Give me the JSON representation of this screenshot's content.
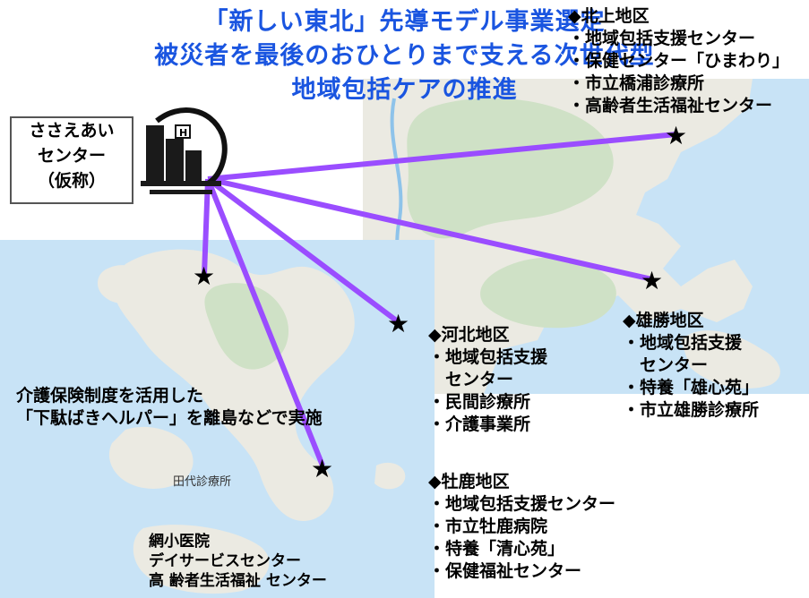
{
  "title": {
    "line1": "「新しい東北」先導モデル事業選定",
    "line2": "被災者を最後のおひとりまで支える次世代型",
    "line3": "地域包括ケアの推進"
  },
  "center": {
    "lines": [
      "ささえあい",
      "センター",
      "（仮称）"
    ]
  },
  "colors": {
    "title": "#1a55e0",
    "connector": "#9a4dff",
    "sea": "#c8e3f6",
    "land": "#ebeae2",
    "forest": "#cfe1c6"
  },
  "icons": {
    "center": "building-icon",
    "site": "star-icon"
  },
  "areas": {
    "kitakami": {
      "heading": "◆北上地区",
      "items": [
        "・地域包括支援センター",
        "・保健センター「ひまわり」",
        "・市立橋浦診療所",
        "・高齢者生活福祉センター"
      ]
    },
    "kahoku": {
      "heading": "◆河北地区",
      "items": [
        "・地域包括支援",
        "　センター",
        "・民間診療所",
        "・介護事業所"
      ]
    },
    "ogatsu": {
      "heading": "◆雄勝地区",
      "items": [
        "・地域包括支援",
        "　センター",
        "・特養「雄心苑」",
        "・市立雄勝診療所"
      ]
    },
    "oshika": {
      "heading": "◆牡鹿地区",
      "items": [
        "・地域包括支援センター",
        "・市立牡鹿病院",
        "・特養「清心苑」",
        "・保健福祉センター"
      ]
    }
  },
  "care_insurance": {
    "lines": [
      "介護保険制度を活用した",
      "「下駄ばきヘルパー」を離島などで実施"
    ]
  },
  "map_labels": {
    "tashiro": "田代診療所"
  },
  "ajishima": {
    "lines": [
      "網小医院",
      "デイサービスセンター",
      "高 齢者生活福祉 センター"
    ]
  }
}
